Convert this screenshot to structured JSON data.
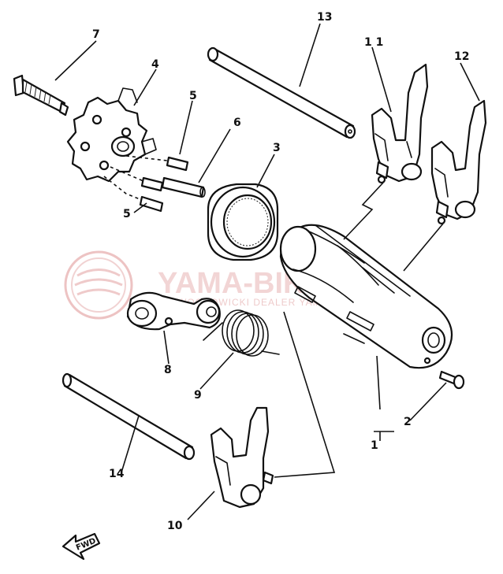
{
  "diagram": {
    "callouts": {
      "c1": "1",
      "c2": "2",
      "c3": "3",
      "c4": "4",
      "c5a": "5",
      "c5b": "5",
      "c6": "6",
      "c7": "7",
      "c8": "8",
      "c9": "9",
      "c10": "10",
      "c11": "1 1",
      "c12": "12",
      "c13": "13",
      "c14": "14"
    },
    "watermark": {
      "title": "YAMA-BIKER.PL",
      "subtitle": "NOWOCHOWICKI DEALER YAMAHA"
    },
    "fwd_label": "FWD",
    "colors": {
      "line": "#111111",
      "watermark": "#e8b4b4",
      "background": "#ffffff"
    }
  }
}
